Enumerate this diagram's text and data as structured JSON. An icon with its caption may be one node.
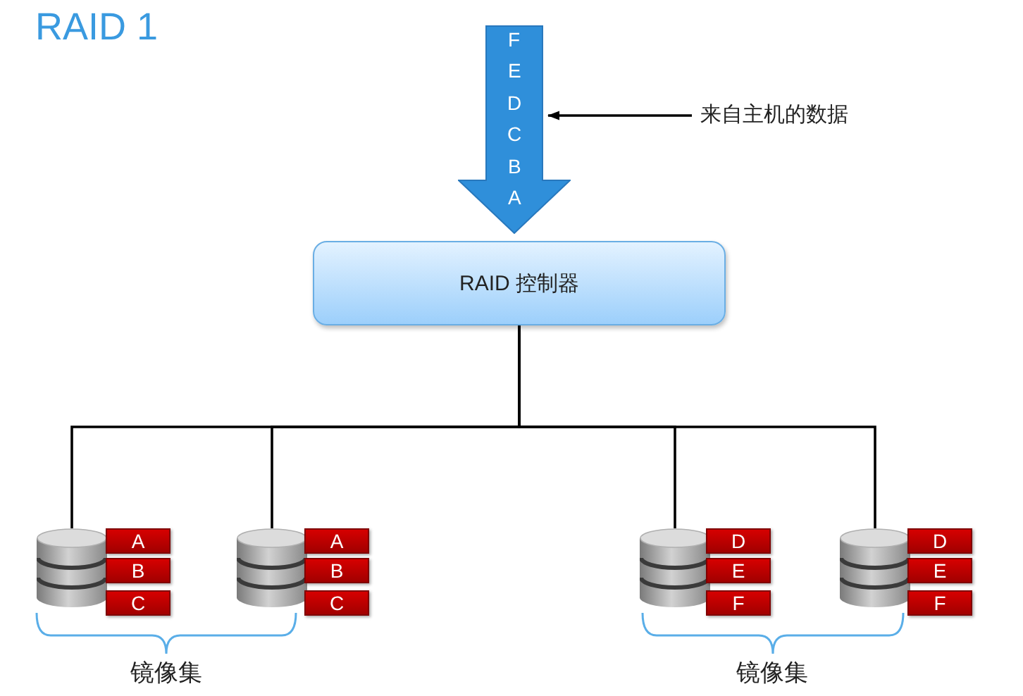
{
  "diagram": {
    "title": "RAID 1",
    "nodes": [
      {
        "text": [
          "F",
          "E",
          "D",
          "C",
          "B",
          "A"
        ]
      },
      {
        "text": [
          "来自主机的数据"
        ]
      },
      {
        "text": [
          "RAID 控制器"
        ]
      },
      {
        "text": [],
        "shape": "cylinder"
      },
      {
        "text": [
          "A"
        ]
      },
      {
        "text": [
          "B"
        ]
      },
      {
        "text": [
          "C"
        ]
      },
      {
        "text": [],
        "shape": "cylinder"
      },
      {
        "text": [
          "A"
        ]
      },
      {
        "text": [
          "B"
        ]
      },
      {
        "text": [
          "C"
        ]
      },
      {
        "text": [],
        "shape": "cylinder"
      },
      {
        "text": [
          "D"
        ]
      },
      {
        "text": [
          "E"
        ]
      },
      {
        "text": [
          "F"
        ]
      },
      {
        "text": [],
        "shape": "cylinder"
      },
      {
        "text": [
          "D"
        ]
      },
      {
        "text": [
          "E"
        ]
      },
      {
        "text": [
          "F"
        ]
      }
    ],
    "edges": [
      {
        "from": 1,
        "to": 0,
        "arrow": "to"
      },
      {
        "from": 2,
        "to": 3,
        "arrow": "none"
      },
      {
        "from": 2,
        "to": 7,
        "arrow": "none"
      },
      {
        "from": 2,
        "to": 11,
        "arrow": "none"
      },
      {
        "from": 2,
        "to": 15,
        "arrow": "none"
      }
    ],
    "labels": [
      "镜像集",
      "镜像集"
    ]
  }
}
